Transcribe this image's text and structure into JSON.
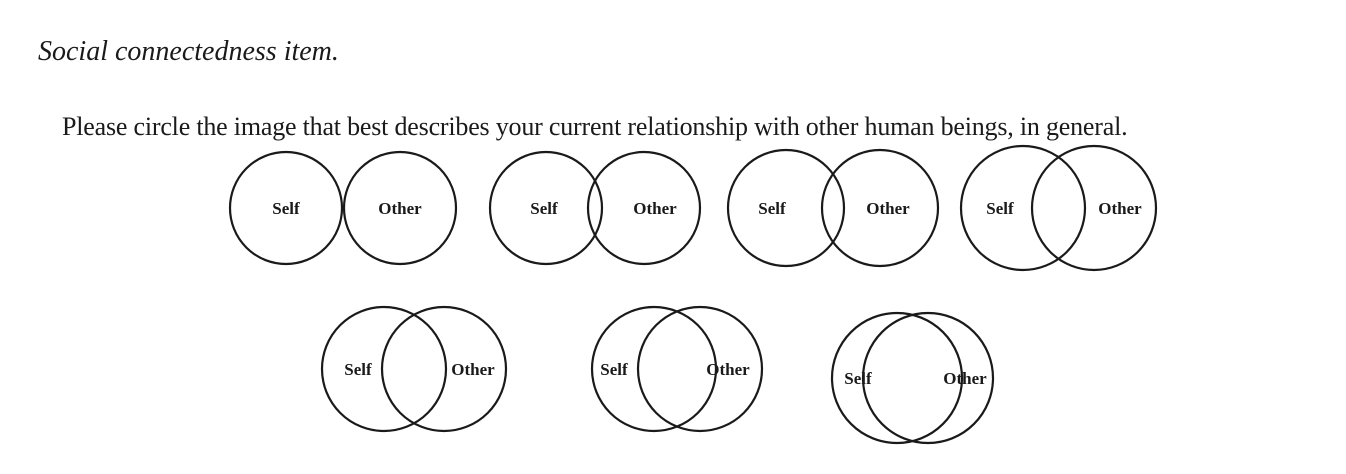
{
  "heading": "Social connectedness item.",
  "instruction": "Please circle the image that best describes your current relationship with other human beings, in general.",
  "options": [
    {
      "self_label": "Self",
      "other_label": "Other"
    },
    {
      "self_label": "Self",
      "other_label": "Other"
    },
    {
      "self_label": "Self",
      "other_label": "Other"
    },
    {
      "self_label": "Self",
      "other_label": "Other"
    },
    {
      "self_label": "Self",
      "other_label": "Other"
    },
    {
      "self_label": "Self",
      "other_label": "Other"
    },
    {
      "self_label": "Self",
      "other_label": "Other"
    }
  ]
}
